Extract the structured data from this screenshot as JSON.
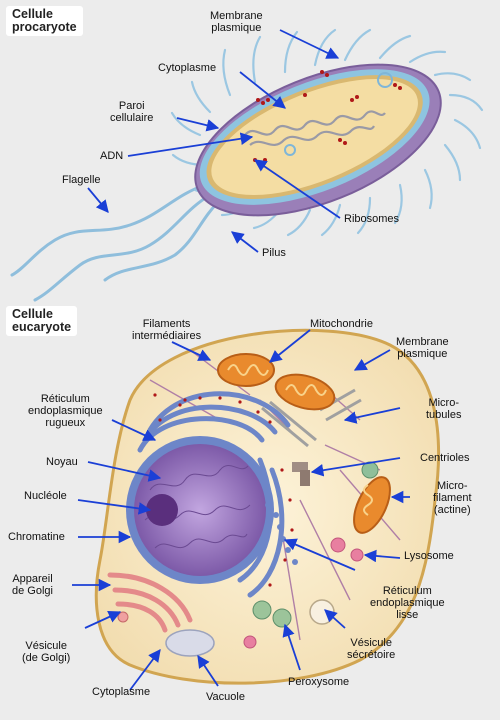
{
  "prokaryote": {
    "title": [
      "Cellule",
      "procaryote"
    ],
    "labels": {
      "membrane": [
        "Membrane",
        "plasmique"
      ],
      "cytoplasm": [
        "Cytoplasme"
      ],
      "wall": [
        "Paroi",
        "cellulaire"
      ],
      "dna": [
        "ADN"
      ],
      "flagellum": [
        "Flagelle"
      ],
      "ribosomes": [
        "Ribosomes"
      ],
      "pilus": [
        "Pilus"
      ]
    }
  },
  "eukaryote": {
    "title": [
      "Cellule",
      "eucaryote"
    ],
    "labels": {
      "filaments": [
        "Filaments",
        "intermédiaires"
      ],
      "mitochondria": [
        "Mitochondrie"
      ],
      "membrane": [
        "Membrane",
        "plasmique"
      ],
      "rer": [
        "Réticulum",
        "endoplasmique",
        "rugueux"
      ],
      "microtubules": [
        "Micro-",
        "tubules"
      ],
      "nucleus": [
        "Noyau"
      ],
      "centrioles": [
        "Centrioles"
      ],
      "nucleolus": [
        "Nucléole"
      ],
      "microfilament": [
        "Micro-",
        "filament",
        "(actine)"
      ],
      "chromatin": [
        "Chromatine"
      ],
      "lysosome": [
        "Lysosome"
      ],
      "golgi": [
        "Appareil",
        "de Golgi"
      ],
      "ser": [
        "Réticulum",
        "endoplasmique",
        "lisse"
      ],
      "golgi_vesicle": [
        "Vésicule",
        "(de Golgi)"
      ],
      "secretory_vesicle": [
        "Vésicule",
        "sécrétoire"
      ],
      "peroxisome": [
        "Peroxysome"
      ],
      "cytoplasm": [
        "Cytoplasme"
      ],
      "vacuole": [
        "Vacuole"
      ]
    }
  },
  "colors": {
    "pointer": "#1a3fd6",
    "membrane_blue": "#7fb6d8",
    "cytoplasm": "#f6e3b4",
    "nucleus_purple": "#8e6bb8",
    "er_blue": "#6d86c8",
    "mitochondria_orange": "#e98a2d",
    "ribosome_red": "#b01818"
  }
}
